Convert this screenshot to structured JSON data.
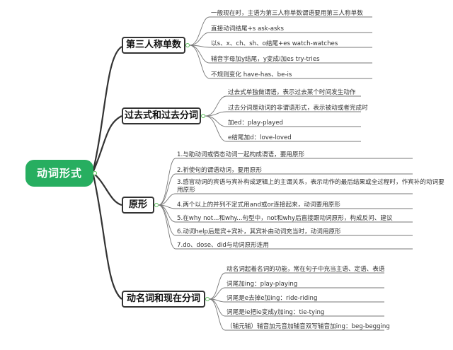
{
  "root": {
    "label": "动词形式"
  },
  "branches": [
    {
      "label": "第三人称单数",
      "items": [
        "一般现在时，主语为第三人称单数谓语要用第三人称单数",
        "直接动词结尾+s  ask-asks",
        "以s、x、ch、sh、o结尾+es  watch-watches",
        "辅音字母加y结尾，y变成i加es  try-tries",
        "不规则变化  have-has、be-is"
      ]
    },
    {
      "label": "过去式和过去分词",
      "items": [
        "过去式单独做谓语，表示过去某个时间发生动作",
        "过去分词是动词的非谓语形式，表示被动或者完成时",
        "加ed：play-played",
        "e结尾加d：love-loved"
      ]
    },
    {
      "label": "原形",
      "items": [
        "1.与助动词或情态动词一起构成谓语，要用原形",
        "2.祈使句的谓语动词，要用原形",
        "3.感官动词的宾语与宾补构成逻辑上的主谓关系，表示动作的最后结果或全过程时，作宾补的动词要用原形",
        "4.两个以上的并列不定式用and或or连接起来，动词要用原形",
        "5.在why not...和why...句型中，not和why后直接跟动词原形，构成反问、建议",
        "6.动词help后是宾+宾补，其宾补由动词充当时，动词用原形",
        "7.do、dose、did与动词原形连用"
      ]
    },
    {
      "label": "动名词和现在分词",
      "items": [
        "动名词起着名词的功能，常在句子中充当主语、定语、表语",
        "词尾加ing：play-playing",
        "词尾是e去掉e加ing：ride-riding",
        "词尾是ie把ie变成y加ing：tie-tying",
        "（辅元辅）辅音加元音加辅音双写辅音加ing：beg-begging"
      ]
    }
  ]
}
